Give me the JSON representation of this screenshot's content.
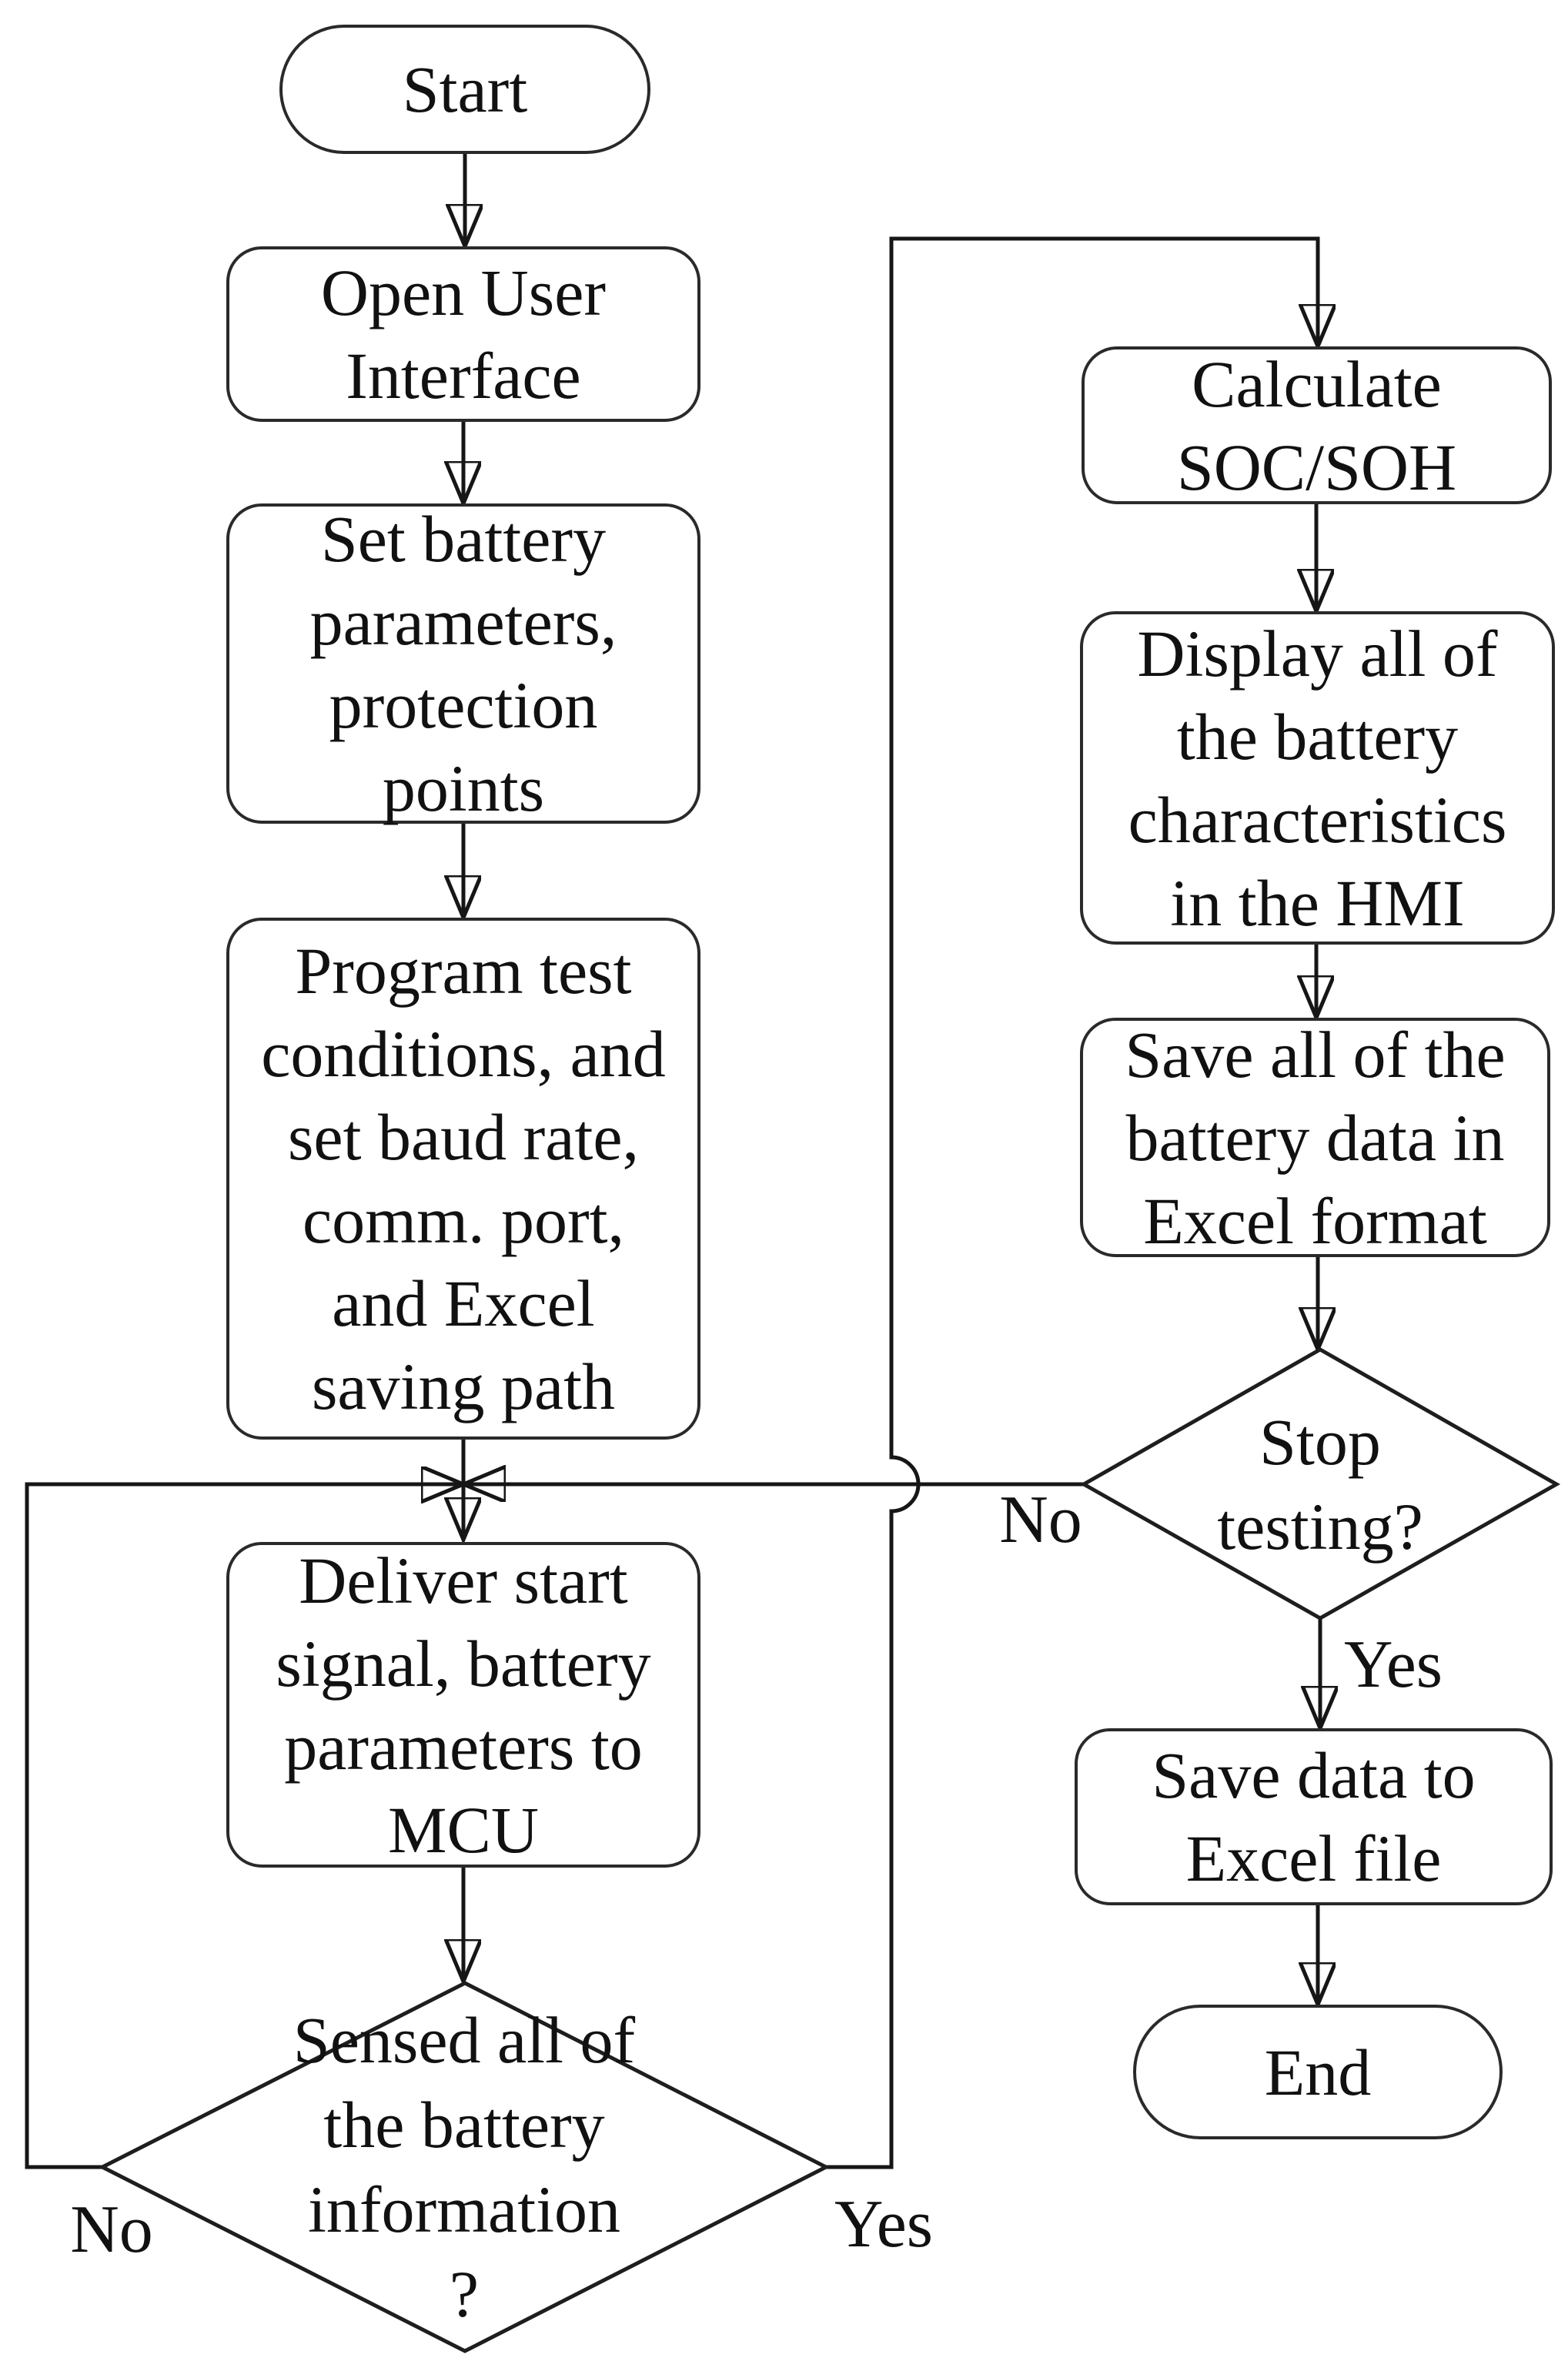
{
  "flowchart": {
    "nodes": {
      "start": "Start",
      "open_ui": "Open User\nInterface",
      "set_params": "Set battery\nparameters,\nprotection\npoints",
      "program_test": "Program test\nconditions, and\nset baud rate,\ncomm. port,\nand Excel\nsaving path",
      "deliver": "Deliver start\nsignal, battery\nparameters to\nMCU",
      "sensed_decision": "Sensed all of\nthe battery\ninformation\n?",
      "calculate": "Calculate\nSOC/SOH",
      "display_hmi": "Display all of\nthe battery\ncharacteristics\nin the HMI",
      "save_all": "Save all of the\nbattery data in\nExcel format",
      "stop_decision": "Stop\ntesting?",
      "save_data": "Save data to\nExcel file",
      "end": "End"
    },
    "edge_labels": {
      "sensed_no": "No",
      "sensed_yes": "Yes",
      "stop_no": "No",
      "stop_yes": "Yes"
    },
    "colors": {
      "line": "#161616",
      "border": "#2a2a2a",
      "fill": "#ffffff",
      "text": "#111111",
      "background": "#ffffff"
    }
  }
}
